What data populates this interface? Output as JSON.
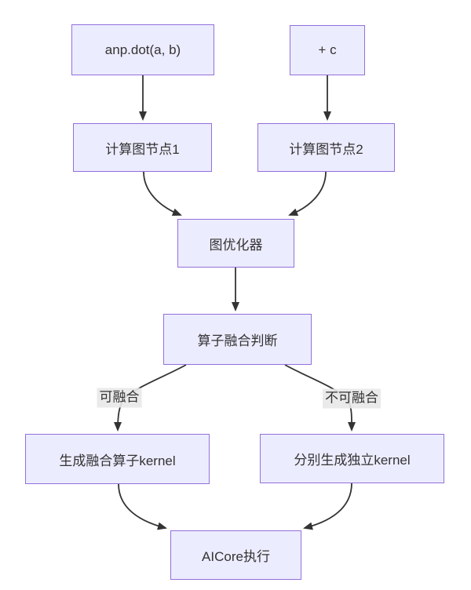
{
  "diagram": {
    "type": "flowchart",
    "nodes": [
      {
        "id": "A",
        "label": "anp.dot(a, b)"
      },
      {
        "id": "B",
        "label": "+ c"
      },
      {
        "id": "C",
        "label": "计算图节点1"
      },
      {
        "id": "D",
        "label": "计算图节点2"
      },
      {
        "id": "E",
        "label": "图优化器"
      },
      {
        "id": "F",
        "label": "算子融合判断"
      },
      {
        "id": "G",
        "label": "生成融合算子kernel"
      },
      {
        "id": "H",
        "label": "分别生成独立kernel"
      },
      {
        "id": "I",
        "label": "AICore执行"
      }
    ],
    "edges": [
      {
        "from": "A",
        "to": "C",
        "label": ""
      },
      {
        "from": "B",
        "to": "D",
        "label": ""
      },
      {
        "from": "C",
        "to": "E",
        "label": ""
      },
      {
        "from": "D",
        "to": "E",
        "label": ""
      },
      {
        "from": "E",
        "to": "F",
        "label": ""
      },
      {
        "from": "F",
        "to": "G",
        "label": "可融合"
      },
      {
        "from": "F",
        "to": "H",
        "label": "不可融合"
      },
      {
        "from": "G",
        "to": "I",
        "label": ""
      },
      {
        "from": "H",
        "to": "I",
        "label": ""
      }
    ],
    "colors": {
      "node_fill": "#ECECFF",
      "node_border": "#9370DB",
      "edge_stroke": "#333333",
      "edge_label_bg": "#e8e8e8",
      "text": "#333333",
      "background": "#ffffff"
    }
  }
}
